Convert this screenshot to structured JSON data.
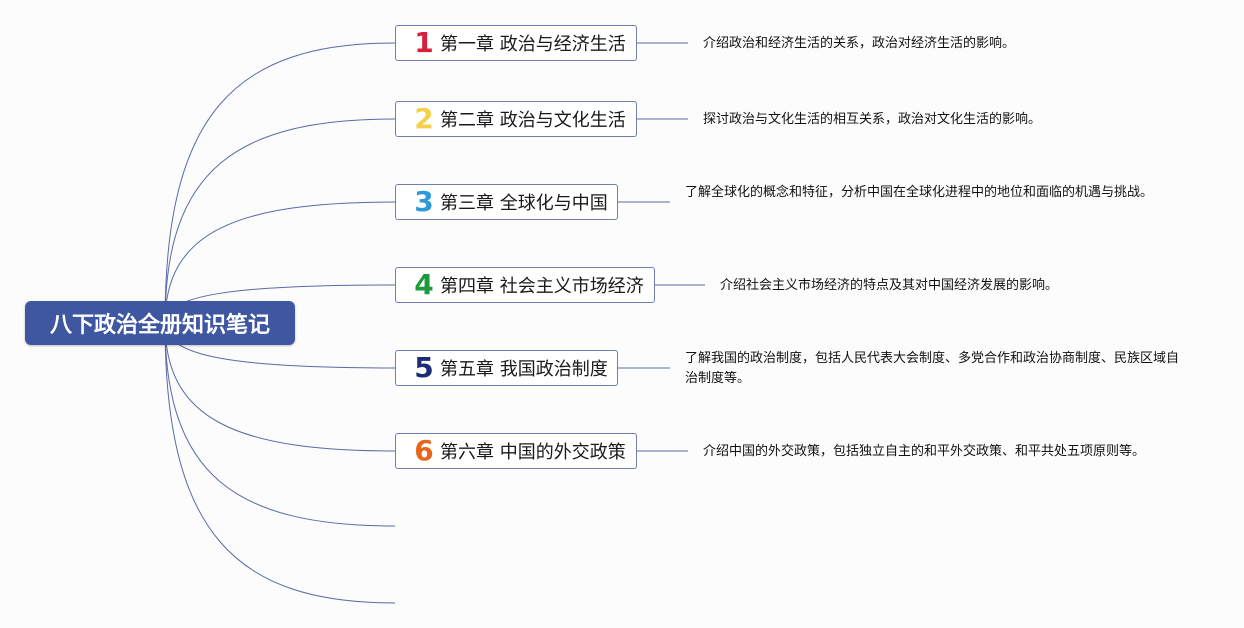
{
  "root": {
    "title": "八下政治全册知识笔记"
  },
  "chapters": [
    {
      "number": "1",
      "color": "#d61f3a",
      "title": "第一章 政治与经济生活",
      "desc": "介绍政治和经济生活的关系，政治对经济生活的影响。"
    },
    {
      "number": "2",
      "color": "#f4d04b",
      "title": "第二章 政治与文化生活",
      "desc": "探讨政治与文化生活的相互关系，政治对文化生活的影响。"
    },
    {
      "number": "3",
      "color": "#2e9bd6",
      "title": "第三章 全球化与中国",
      "desc": "了解全球化的概念和特征，分析中国在全球化进程中的地位和面临的机遇与挑战。"
    },
    {
      "number": "4",
      "color": "#1f9a3a",
      "title": "第四章 社会主义市场经济",
      "desc": "介绍社会主义市场经济的特点及其对中国经济发展的影响。"
    },
    {
      "number": "5",
      "color": "#1c2a78",
      "title": "第五章 我国政治制度",
      "desc": "了解我国的政治制度，包括人民代表大会制度、多党合作和政治协商制度、民族区域自治制度等。"
    },
    {
      "number": "6",
      "color": "#e8661c",
      "title": "第六章 中国的外交政策",
      "desc": "介绍中国的外交政策，包括独立自主的和平外交政策、和平共处五项原则等。"
    }
  ],
  "colors": {
    "root_bg": "#3f56a0",
    "line": "#5a6aa6",
    "box_border": "#6f7fae"
  }
}
